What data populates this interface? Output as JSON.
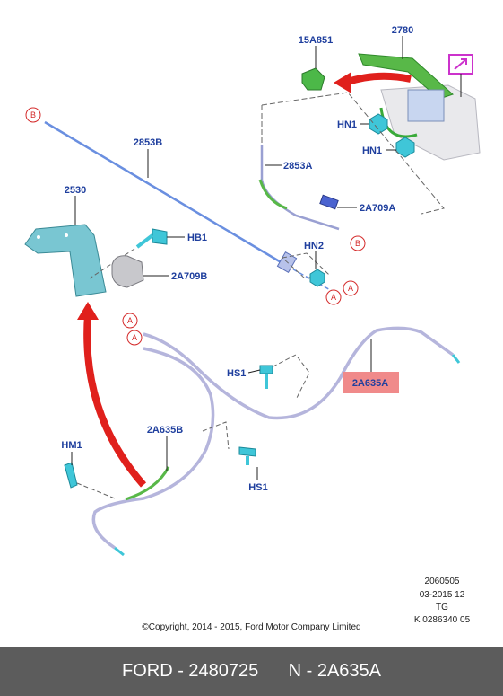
{
  "labels": {
    "p15A851": "15A851",
    "p2780": "2780",
    "hn1a": "HN1",
    "hn1b": "HN1",
    "p2853B": "2853B",
    "p2853A": "2853A",
    "p2530": "2530",
    "hb1": "HB1",
    "p2A709B": "2A709B",
    "p2A709A": "2A709A",
    "hn2": "HN2",
    "hs1a": "HS1",
    "hs1b": "HS1",
    "p2A635A": "2A635A",
    "p2A635B": "2A635B",
    "hm1": "HM1"
  },
  "markers": {
    "b1": "B",
    "b2": "B",
    "a1": "A",
    "a2": "A",
    "a3": "A",
    "a4": "A"
  },
  "meta": {
    "line1": "2060505",
    "line2": "03-2015 12",
    "line3": "TG",
    "line4": "K 0286340 05"
  },
  "copyright": "©Copyright, 2014 - 2015, Ford Motor Company Limited",
  "footer": {
    "brand_part": "FORD - 2480725",
    "n_part": "N - 2A635A"
  },
  "colors": {
    "label_blue": "#1f3f9e",
    "marker_red": "#d42a2a",
    "highlight": "#f08a8a",
    "footer_bg": "#5c5c5c",
    "cable_blue": "#5a7fd0",
    "cable_lavender": "#b5b5dc",
    "green": "#39b54a",
    "cyan": "#3fc6d8",
    "arrow_red": "#e0201c",
    "magenta": "#cc33cc"
  }
}
